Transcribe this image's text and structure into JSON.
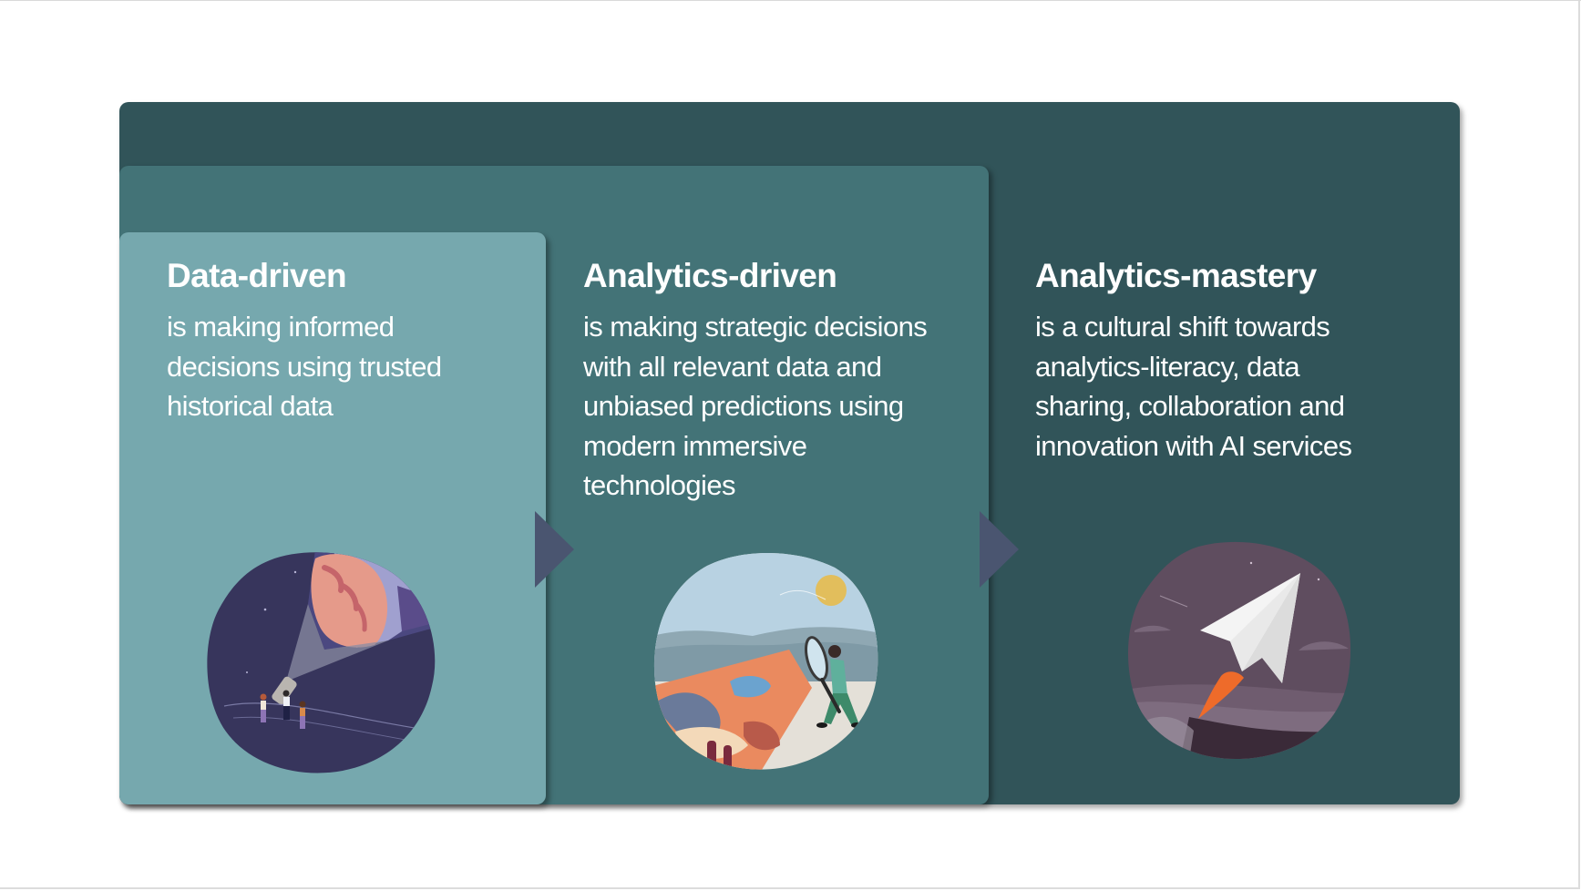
{
  "diagram": {
    "type": "maturity-progression",
    "stages": [
      {
        "title": "Data-driven",
        "description": "is making informed decisions using trusted historical data",
        "lines": [
          "is making informed",
          "decisions using trusted",
          "historical data"
        ],
        "illustration": "flashlight-illustration",
        "panel_color": "#76a8ae"
      },
      {
        "title": "Analytics-driven",
        "description": "is making strategic decisions with all relevant data and unbiased predictions using modern immersive technologies",
        "lines": [
          "is making strategic decisions",
          "with all relevant data and",
          "unbiased predictions using",
          "modern immersive",
          "technologies"
        ],
        "illustration": "magnifying-glass-illustration",
        "panel_color": "#437377"
      },
      {
        "title": "Analytics-mastery",
        "description": "is a cultural shift towards analytics-literacy, data sharing, collaboration and innovation with AI services",
        "lines": [
          "is a cultural shift towards",
          "analytics-literacy, data",
          "sharing, collaboration and",
          "innovation with AI services"
        ],
        "illustration": "paper-airplane-rocket-illustration",
        "panel_color": "#315459"
      }
    ],
    "arrows": [
      {
        "from": "Data-driven",
        "to": "Analytics-driven",
        "icon": "chevron-right-icon",
        "color": "#4a5570"
      },
      {
        "from": "Analytics-driven",
        "to": "Analytics-mastery",
        "icon": "chevron-right-icon",
        "color": "#4a5570"
      }
    ]
  },
  "colors": {
    "background": "#ffffff",
    "outer_panel": "#315459",
    "middle_panel": "#437377",
    "inner_panel": "#76a8ae",
    "arrow": "#4a5570",
    "text": "#ffffff"
  }
}
